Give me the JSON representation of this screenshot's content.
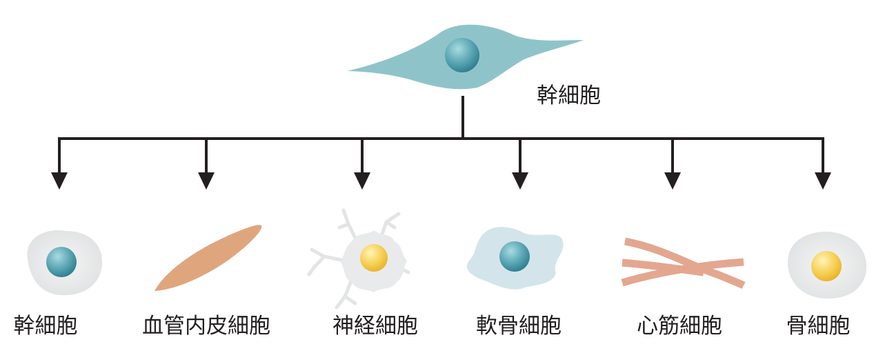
{
  "root": {
    "label": "幹細胞"
  },
  "children": [
    {
      "label": "幹細胞"
    },
    {
      "label": "血管内皮細胞"
    },
    {
      "label": "神経細胞"
    },
    {
      "label": "軟骨細胞"
    },
    {
      "label": "心筋細胞"
    },
    {
      "label": "骨細胞"
    }
  ],
  "colors": {
    "arrow": "#231f20",
    "stem_cell_body": "#8ec4c9",
    "stem_cell_nucleus": "#3f93a3",
    "generic_cell_body": "#e9eaeb",
    "endothelial_cell": "#dfa67e",
    "neuron_nucleus": "#f5cb47",
    "chondrocyte_body": "#d3e5ea",
    "cardiomyocyte_fiber": "#e3a78f",
    "osteocyte_nucleus": "#f2c234"
  }
}
